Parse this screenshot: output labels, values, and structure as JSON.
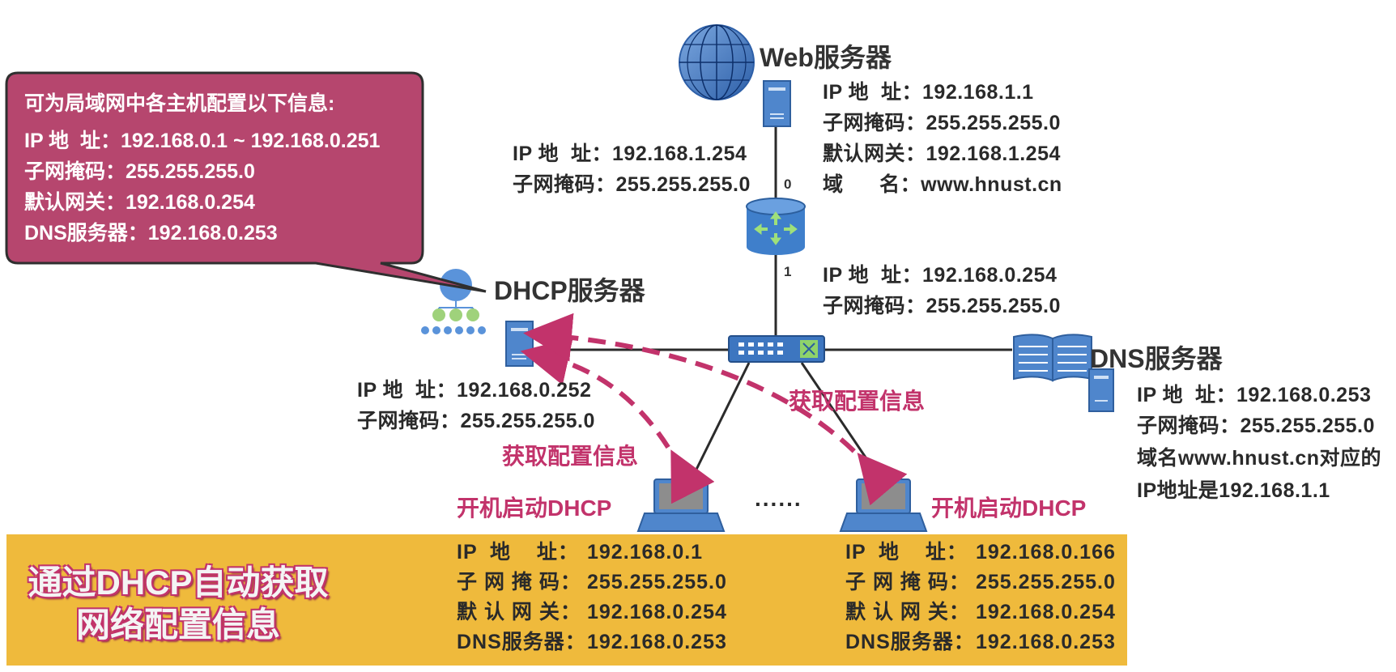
{
  "callout": {
    "heading": "可为局域网中各主机配置以下信息:",
    "lines": [
      "IP 地  址：192.168.0.1 ~ 192.168.0.251",
      "子网掩码：255.255.255.0",
      "默认网关：192.168.0.254",
      "DNS服务器：192.168.0.253"
    ],
    "color": "#b6466e"
  },
  "web_server": {
    "title": "Web服务器",
    "ip": "IP 地  址：192.168.1.1",
    "mask": "子网掩码：255.255.255.0",
    "gateway": "默认网关：192.168.1.254",
    "domain": "域      名：www.hnust.cn"
  },
  "router": {
    "port0": "0",
    "port1": "1",
    "if0_ip": "IP 地  址：192.168.1.254",
    "if0_mask": "子网掩码：255.255.255.0",
    "if1_ip": "IP 地  址：192.168.0.254",
    "if1_mask": "子网掩码：255.255.255.0"
  },
  "dhcp_server": {
    "title": "DHCP服务器",
    "ip": "IP 地  址：192.168.0.252",
    "mask": "子网掩码：255.255.255.0"
  },
  "dns_server": {
    "title": "DNS服务器",
    "ip": "IP 地  址：192.168.0.253",
    "mask": "子网掩码：255.255.255.0",
    "note1": "域名www.hnust.cn对应的",
    "note2": "IP地址是192.168.1.1"
  },
  "arrows": {
    "left_label": "获取配置信息",
    "right_label": "获取配置信息",
    "color": "#c2336b"
  },
  "hosts": {
    "left_label": "开机启动DHCP",
    "right_label": "开机启动DHCP",
    "ellipsis": "......"
  },
  "banner": {
    "title_line1": "通过DHCP自动获取",
    "title_line2": "网络配置信息",
    "color": "#efba3c",
    "host1": [
      {
        "k": "IP  地    址：",
        "v": "192.168.0.1"
      },
      {
        "k": "子 网 掩 码：",
        "v": "255.255.255.0"
      },
      {
        "k": "默 认 网 关：",
        "v": "192.168.0.254"
      },
      {
        "k": "DNS服务器：",
        "v": "192.168.0.253"
      }
    ],
    "host2": [
      {
        "k": "IP  地    址：",
        "v": "192.168.0.166"
      },
      {
        "k": "子 网 掩 码：",
        "v": "255.255.255.0"
      },
      {
        "k": "默 认 网 关：",
        "v": "192.168.0.254"
      },
      {
        "k": "DNS服务器：",
        "v": "192.168.0.253"
      }
    ]
  },
  "icons": [
    "globe-icon",
    "server-icon",
    "router-icon",
    "switch-icon",
    "dhcp-server-icon",
    "dns-book-icon",
    "laptop-icon"
  ]
}
